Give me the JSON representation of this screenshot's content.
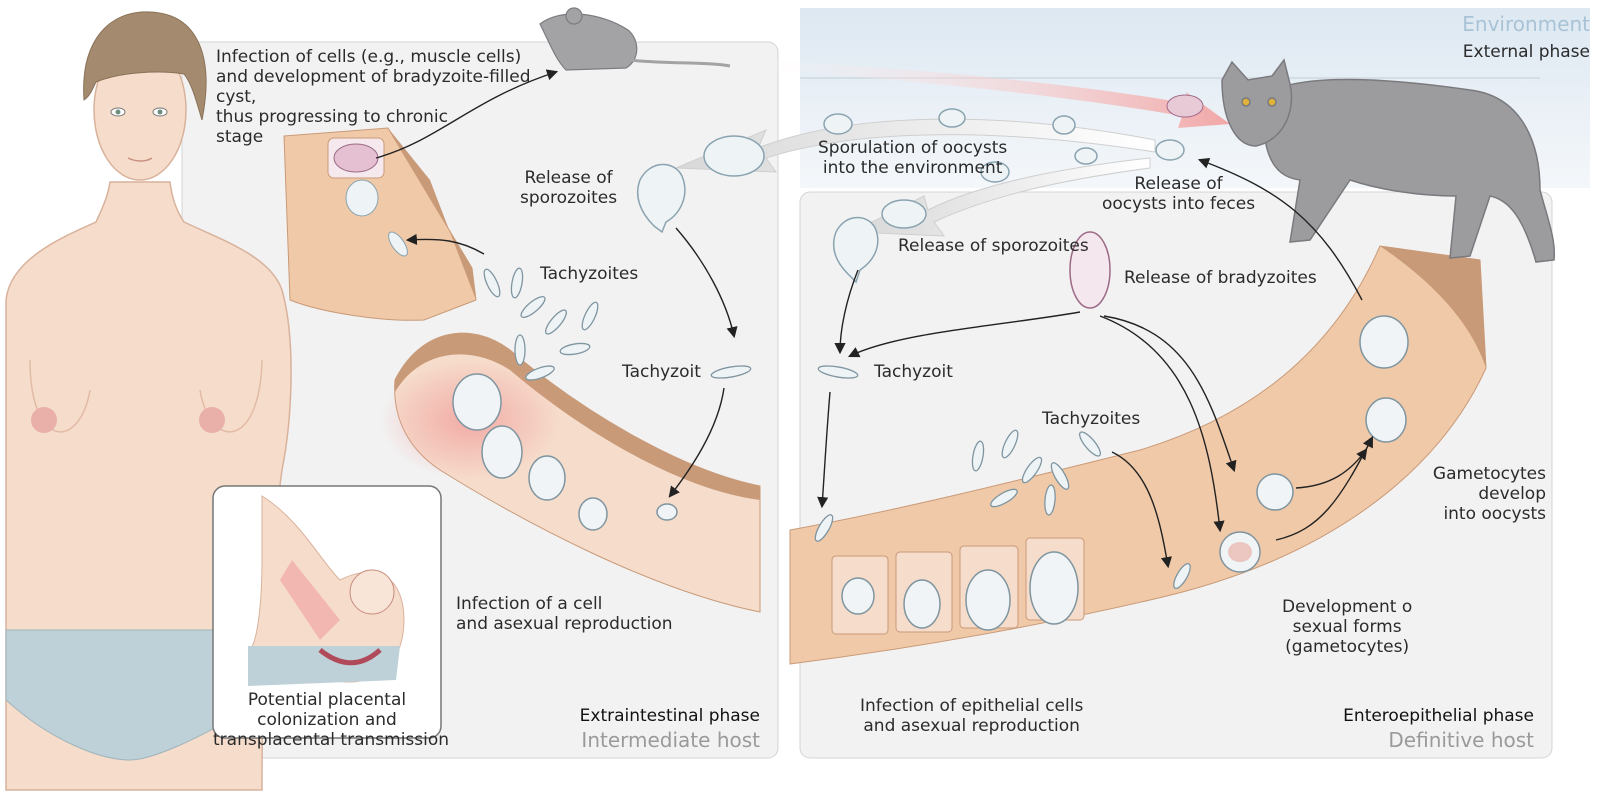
{
  "environment": {
    "title": "Environment",
    "subtitle": "External phase"
  },
  "extraintestinal": {
    "phase_name": "Extraintestinal phase",
    "host_name": "Intermediate host",
    "muscle_cyst_label": [
      "Infection of cells (e.g., muscle cells)",
      "and development of bradyzoite-filled",
      "cyst,",
      "thus progressing to chronic",
      "stage"
    ],
    "release_sporozoites": [
      "Release of",
      "sporozoites"
    ],
    "tachyzoites": "Tachyzoites",
    "tachyzoit": "Tachyzoit",
    "cell_infection": [
      "Infection of a cell",
      "and asexual reproduction"
    ],
    "placenta": [
      "Potential placental",
      "colonization and",
      "transplacental transmission"
    ]
  },
  "enteroepithelial": {
    "phase_name": "Enteroepithelial phase",
    "host_name": "Definitive host",
    "sporulation": [
      "Sporulation of oocysts",
      "into the environment"
    ],
    "release_oocysts": [
      "Release of",
      "oocysts into feces"
    ],
    "release_sporozoites": "Release of sporozoites",
    "release_bradyzoites": "Release of bradyzoites",
    "tachyzoit": "Tachyzoit",
    "tachyzoites": "Tachyzoites",
    "gametocytes_develop": [
      "Gametocytes",
      "develop",
      "into oocysts"
    ],
    "sexual_forms": [
      "Development o",
      "sexual forms",
      "(gametocytes)"
    ],
    "epithelial_infection": [
      "Infection of epithelial cells",
      "and asexual reproduction"
    ]
  },
  "colors": {
    "panel_bg": "#f2f2f2",
    "panel_border": "#d4d4d4",
    "skin": "#f6dccb",
    "tissue": "#f0c9a8",
    "tissue_dark": "#c99a78",
    "inflammation": "#f2a0a0",
    "underwear": "#bfd1d8",
    "hair": "#a48a6e",
    "animal_gray": "#9c9c9f",
    "sky": "#e6eef6",
    "env_title": "#a9c3d6"
  }
}
